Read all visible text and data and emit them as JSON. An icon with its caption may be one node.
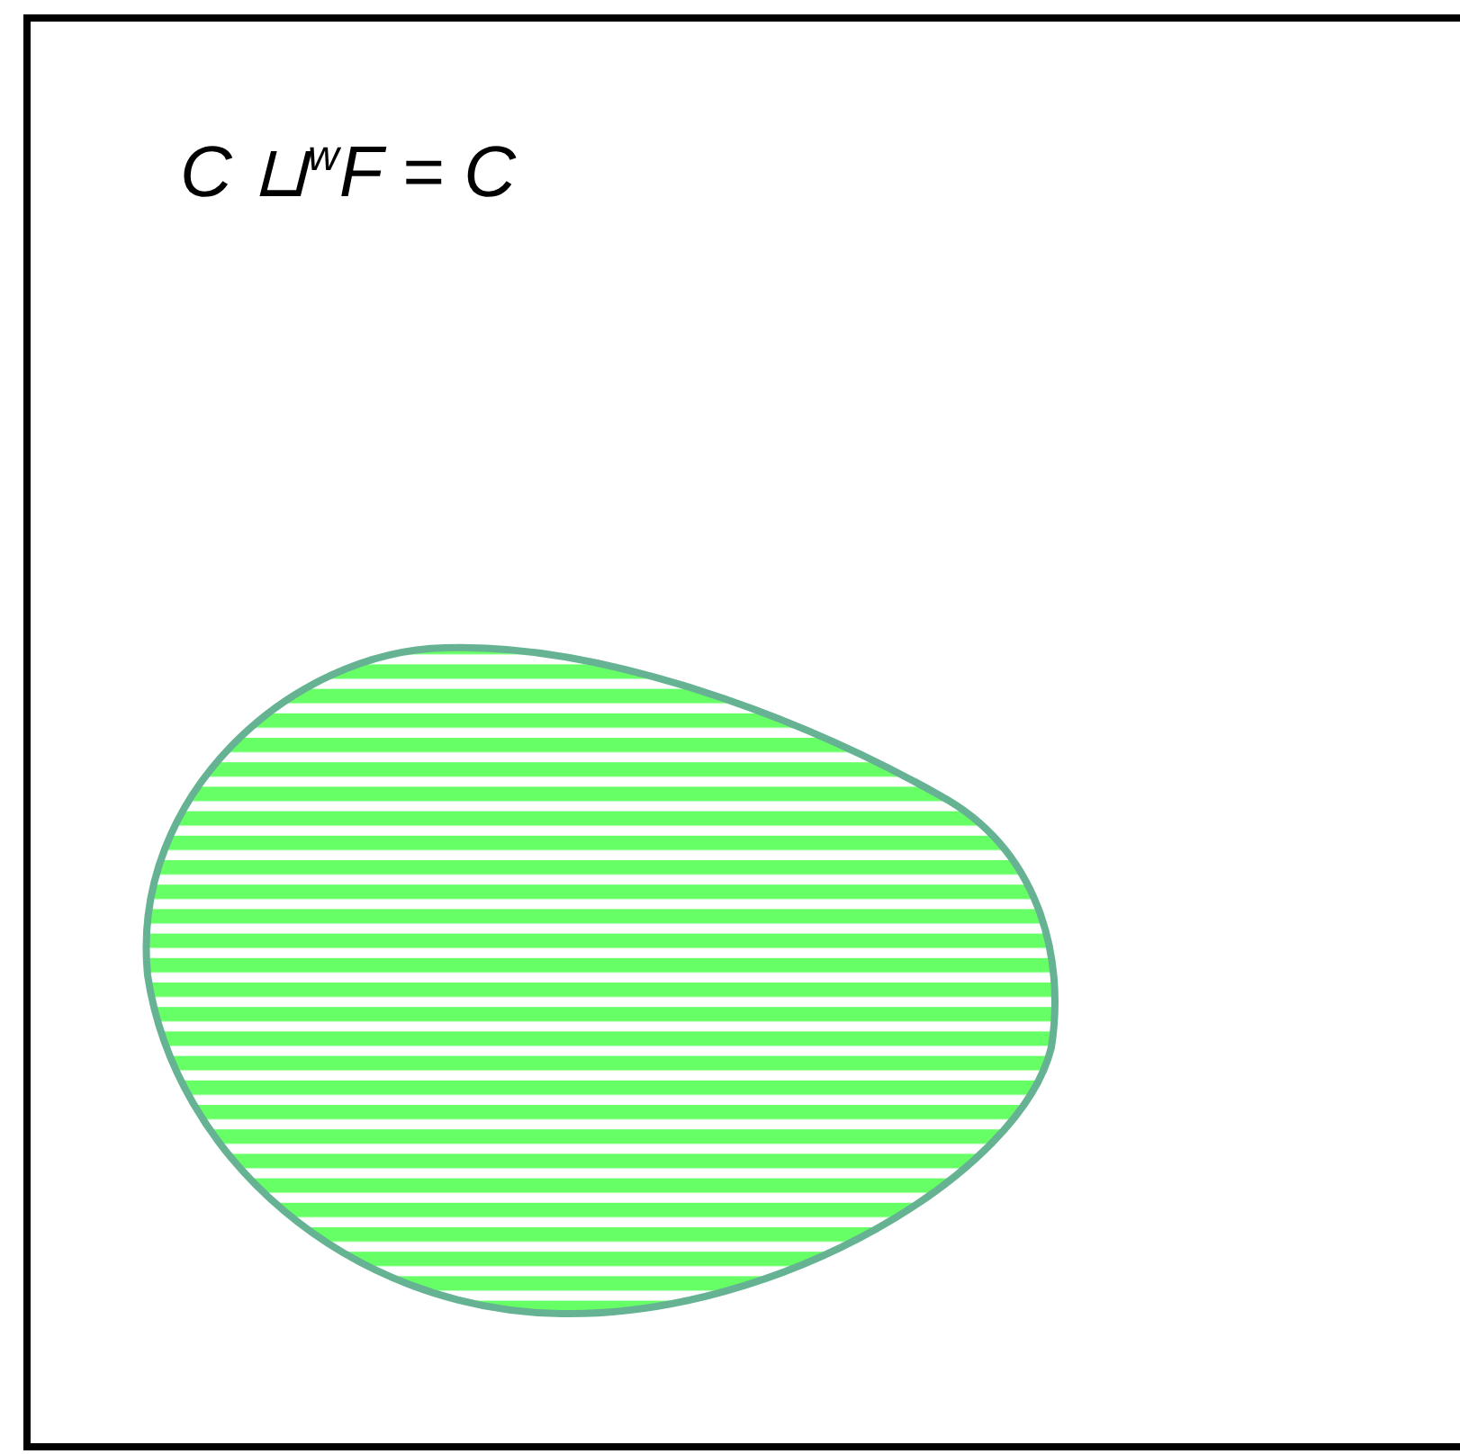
{
  "diagram": {
    "nodes": [
      {
        "text": [
          "C ⊔$^{w}$F = C"
        ]
      },
      {
        "text": [],
        "shape": "blob",
        "in": 0
      }
    ]
  }
}
